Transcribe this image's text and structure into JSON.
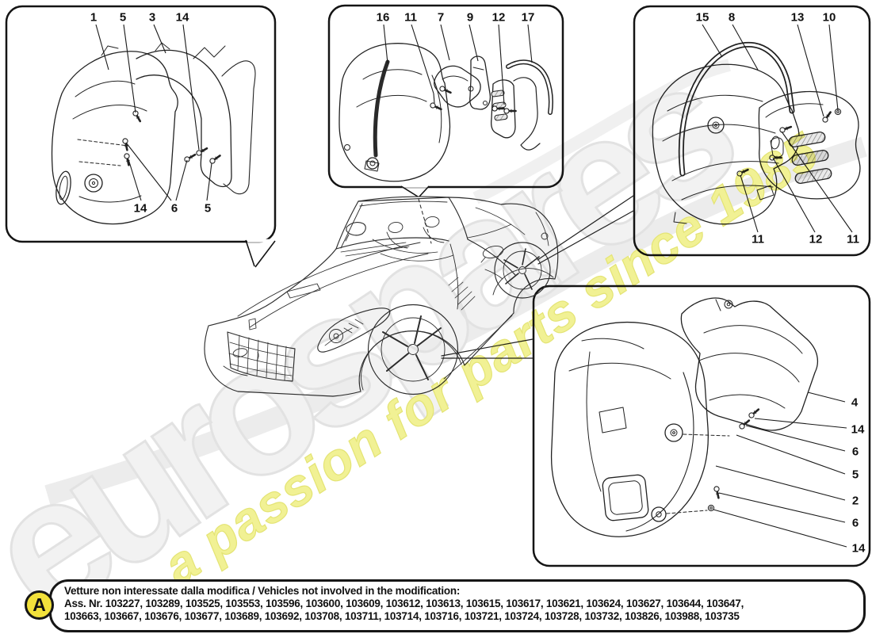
{
  "watermark": {
    "brand": "eurospares",
    "tagline": "a passion for parts since 1985",
    "brand_fill": "#f2f2f2",
    "brand_outline": "#e2e2e2",
    "tagline_fill": "#f1f194",
    "tagline_outline": "#e4e475",
    "swoosh_color": "#ebebeb"
  },
  "boxes": {
    "front": {
      "callouts_top": [
        "1",
        "5",
        "3",
        "14"
      ],
      "callouts_bottom": [
        "14",
        "6",
        "5"
      ]
    },
    "mid": {
      "callouts_top": [
        "16",
        "11",
        "7",
        "9",
        "12",
        "17"
      ]
    },
    "rear": {
      "callouts_top": [
        "15",
        "8",
        "13",
        "10"
      ],
      "callouts_bottom": [
        "11",
        "12",
        "11"
      ]
    },
    "detail": {
      "callouts_right": [
        "4",
        "14",
        "6",
        "5",
        "2",
        "6",
        "14"
      ]
    }
  },
  "note": {
    "badge": "A",
    "badge_bg": "#f2e13b",
    "title": "Vetture non interessate dalla modifica / Vehicles not involved in the modification:",
    "line2": "Ass. Nr. 103227, 103289, 103525, 103553, 103596, 103600, 103609, 103612, 103613, 103615, 103617, 103621, 103624, 103627, 103644, 103647,",
    "line3": "103663, 103667, 103676, 103677, 103689, 103692, 103708, 103711, 103714, 103716, 103721, 103724, 103728, 103732, 103826, 103988, 103735"
  }
}
